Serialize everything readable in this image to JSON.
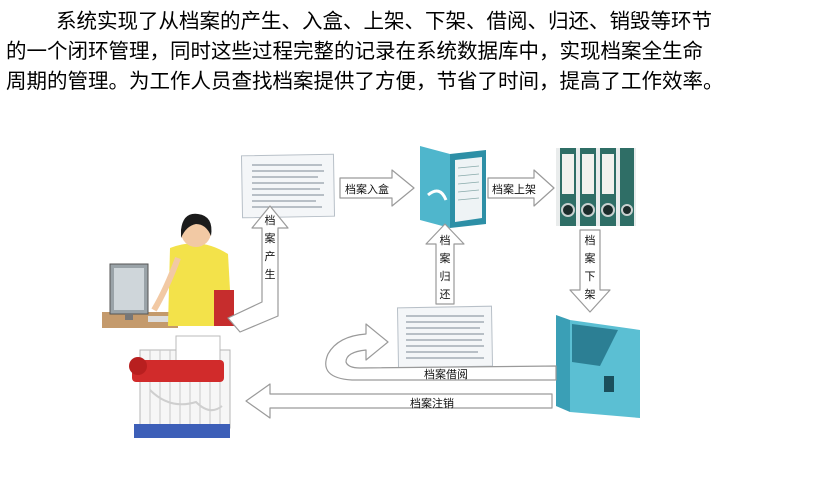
{
  "paragraph": {
    "lines": [
      "系统实现了从档案的产生、入盒、上架、下架、借阅、归还、销毁等环节",
      "的一个闭环管理，同时这些过程完整的记录在系统数据库中，实现档案全生命",
      "周期的管理。为工作人员查找档案提供了方便，节省了时间，提高了工作效率。"
    ]
  },
  "diagram": {
    "labels": {
      "produce": "档案产生",
      "boxing": "档案入盒",
      "shelving": "档案上架",
      "unshelving": "档案下架",
      "returning": "档案归还",
      "borrowing": "档案借阅",
      "destroy": "档案注销"
    },
    "colors": {
      "teal_box": "#5bbfd3",
      "binder_green": "#2f6e66",
      "arrow_fill": "#ffffff",
      "arrow_stroke": "#9a9a9a",
      "shredder_red": "#d12b2b",
      "shredder_blue": "#3d5fb8",
      "person_shirt": "#f3e24a"
    }
  }
}
